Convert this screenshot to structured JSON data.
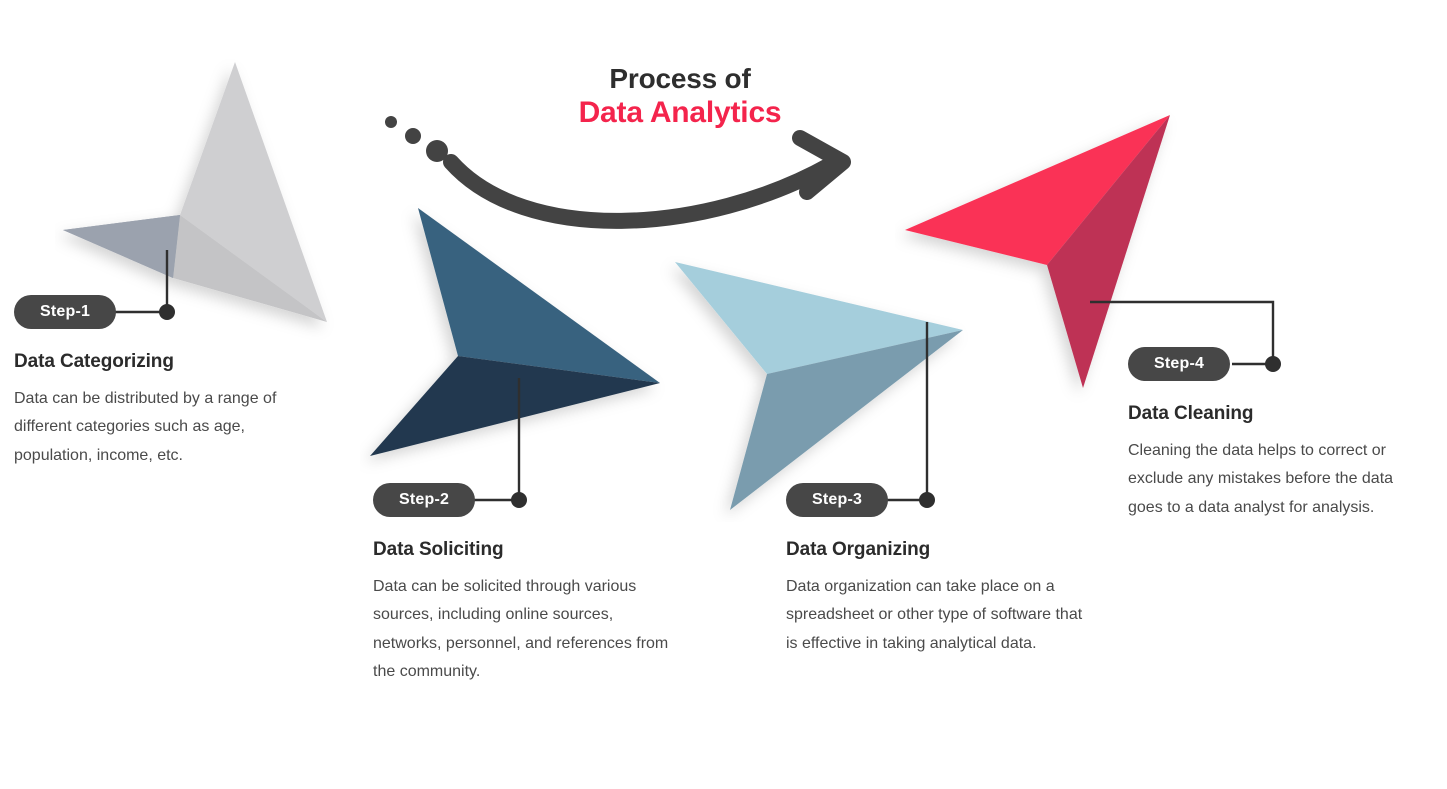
{
  "heading": {
    "line1": "Process of",
    "line2": "Data Analytics"
  },
  "colors": {
    "accent_red": "#f4244c",
    "pill_dark": "#474747",
    "title_dark": "#2b2b2b",
    "body_gray": "#4a4a4a",
    "dart1_light": "#cfcfd1",
    "dart1_dark": "#9ba2ae",
    "dart2_light": "#39627f",
    "dart2_dark": "#22394f",
    "dart3_light": "#a5ced c",
    "dart3_dark": "#7a9cae",
    "dart4_light": "#fa3356",
    "dart4_dark": "#be3354"
  },
  "steps": [
    {
      "badge": "Step-1",
      "title": "Data Categorizing",
      "description": "Data can be distributed by a range of different categories such as age, population, income, etc."
    },
    {
      "badge": "Step-2",
      "title": "Data Soliciting",
      "description": "Data can be solicited through various sources, including online sources, networks, personnel, and references from the community."
    },
    {
      "badge": "Step-3",
      "title": "Data Organizing",
      "description": "Data organization can take place on a spreadsheet or other type of software that is effective in taking analytical data."
    },
    {
      "badge": "Step-4",
      "title": "Data Cleaning",
      "description": "Cleaning the data helps to correct or exclude any mistakes before the data goes to a data analyst for analysis."
    }
  ]
}
